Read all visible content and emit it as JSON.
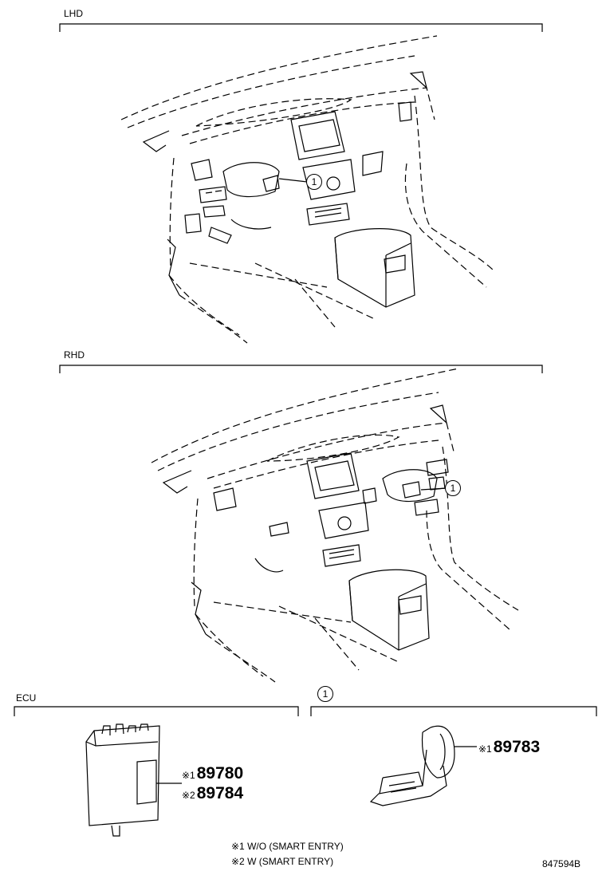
{
  "sections": {
    "lhd": "LHD",
    "rhd": "RHD",
    "ecu": "ECU",
    "sensor_callout": "1"
  },
  "callouts": {
    "lhd_marker": "1",
    "rhd_marker": "1"
  },
  "parts": {
    "ecu_wo_mark": "※1",
    "ecu_wo_number": "89780",
    "ecu_w_mark": "※2",
    "ecu_w_number": "89784",
    "sensor_mark": "※1",
    "sensor_number": "89783"
  },
  "notes": {
    "note1": "※1  W/O (SMART ENTRY)",
    "note2": "※2  W (SMART ENTRY)"
  },
  "diagram_id": "847594B"
}
